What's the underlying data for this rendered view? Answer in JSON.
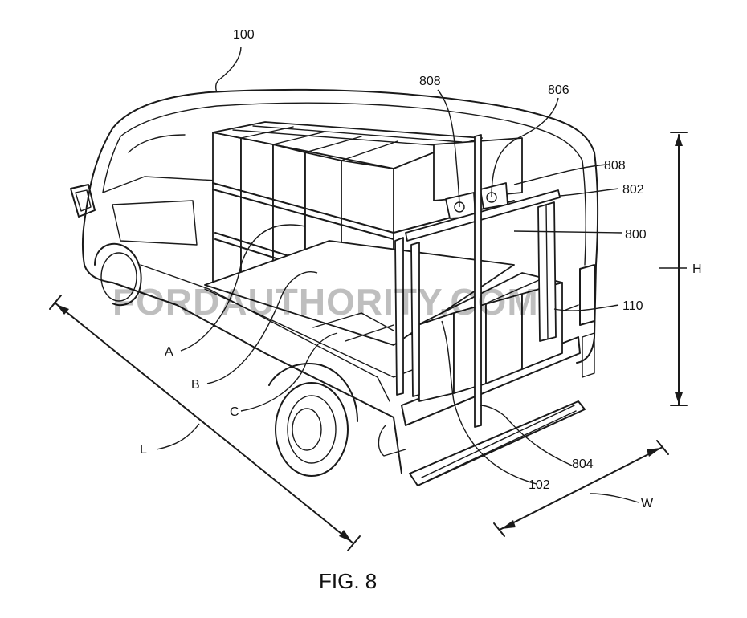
{
  "figure": {
    "caption": "FIG. 8",
    "reference_labels": {
      "vehicle": "100",
      "storage_system": "800",
      "post": "802",
      "pivot_mount": "804",
      "arm": "806",
      "fastener_upper": "808",
      "fastener_lower": "808",
      "cargo_floor": "110",
      "rear_opening": "102",
      "tier_a": "A",
      "tier_b": "B",
      "tier_c": "C",
      "height": "H",
      "length": "L",
      "width": "W"
    },
    "watermark": "FORDAUTHORITY.COM"
  }
}
